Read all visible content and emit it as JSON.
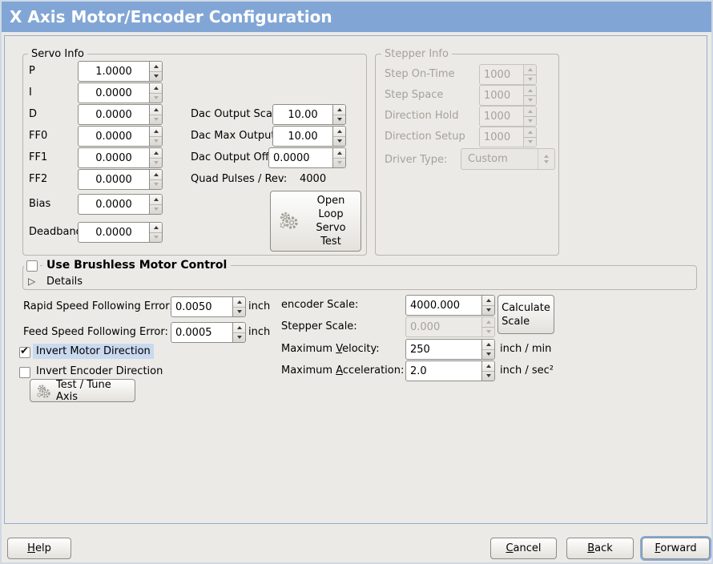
{
  "window": {
    "title": "X Axis Motor/Encoder Configuration"
  },
  "servo_info": {
    "legend": "Servo Info",
    "params": [
      {
        "label": "P",
        "value": "1.0000"
      },
      {
        "label": "I",
        "value": "0.0000"
      },
      {
        "label": "D",
        "value": "0.0000"
      },
      {
        "label": "FF0",
        "value": "0.0000"
      },
      {
        "label": "FF1",
        "value": "0.0000"
      },
      {
        "label": "FF2",
        "value": "0.0000"
      },
      {
        "label": "Bias",
        "value": "0.0000"
      },
      {
        "label": "Deadband",
        "value": "0.0000"
      }
    ],
    "dac_output_scale": {
      "label": "Dac Output Scale:",
      "value": "10.00"
    },
    "dac_max_output": {
      "label": "Dac Max Output:",
      "value": "10.00"
    },
    "dac_output_offset": {
      "label": "Dac Output Offset:",
      "value": "0.0000"
    },
    "quad_pulses": {
      "label": "Quad Pulses / Rev:",
      "value": "4000"
    },
    "open_loop_test_button": {
      "lines": [
        "Open",
        "Loop",
        "Servo",
        "Test"
      ]
    }
  },
  "stepper_info": {
    "legend": "Stepper Info",
    "params": [
      {
        "label": "Step On-Time",
        "value": "1000"
      },
      {
        "label": "Step Space",
        "value": "1000"
      },
      {
        "label": "Direction Hold",
        "value": "1000"
      },
      {
        "label": "Direction Setup",
        "value": "1000"
      }
    ],
    "driver_type": {
      "label": "Driver Type:",
      "value": "Custom"
    }
  },
  "brushless": {
    "checkbox_label": "Use Brushless Motor Control",
    "checked": false,
    "details_label": "Details"
  },
  "following_error": {
    "rapid": {
      "label": "Rapid Speed Following Error:",
      "value": "0.0050",
      "unit": "inch"
    },
    "feed": {
      "label": "Feed Speed Following Error:",
      "value": "0.0005",
      "unit": "inch"
    }
  },
  "direction": {
    "invert_motor": {
      "label": "Invert Motor Direction",
      "checked": true
    },
    "invert_encoder": {
      "label": "Invert Encoder Direction",
      "checked": false
    }
  },
  "test_tune_button": {
    "label": "Test / Tune Axis"
  },
  "scales": {
    "encoder_scale": {
      "label": "encoder Scale:",
      "value": "4000.000"
    },
    "calculate_button": {
      "lines": [
        "Calculate",
        "Scale"
      ]
    },
    "stepper_scale": {
      "label": "Stepper Scale:",
      "value": "0.000"
    },
    "max_velocity": {
      "pre": "Maximum ",
      "mn": "V",
      "post": "elocity:",
      "value": "250",
      "unit": "inch / min"
    },
    "max_acceleration": {
      "pre": "Maximum ",
      "mn": "A",
      "post": "cceleration:",
      "value": "2.0",
      "unit": "inch / sec²"
    }
  },
  "footer": {
    "help": {
      "mn": "H",
      "post": "elp"
    },
    "cancel": {
      "mn": "C",
      "post": "ancel"
    },
    "back": {
      "mn": "B",
      "post": "ack"
    },
    "forward": {
      "mn": "F",
      "post": "orward"
    }
  },
  "colors": {
    "titlebar": "#81a6d6",
    "panel_border": "#93abce",
    "focus_highlight": "#c9d9ef",
    "focus_ring": "#86abd9",
    "background": "#eceae6"
  }
}
